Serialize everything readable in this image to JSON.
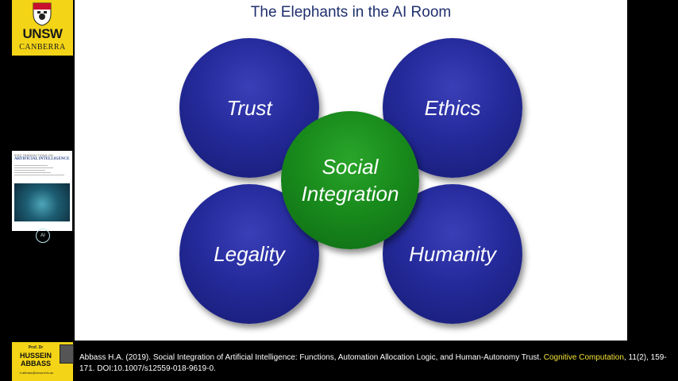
{
  "logo": {
    "line1": "UNSW",
    "line2": "CANBERRA"
  },
  "journal": {
    "top": "IEEE TRANSACTIONS ON",
    "title": "ARTIFICIAL INTELLIGENCE",
    "emblem": "AI"
  },
  "slide": {
    "title": "The Elephants in the AI Room",
    "circles": {
      "trust": "Trust",
      "ethics": "Ethics",
      "legality": "Legality",
      "humanity": "Humanity",
      "center": "Social Integration"
    },
    "colors": {
      "blue": "#242a9a",
      "green": "#17881b",
      "title": "#1f2f6e"
    }
  },
  "presenter": {
    "prof": "Prof. Dr",
    "name_line1": "HUSSEIN",
    "name_line2": "ABBASS",
    "email": "h.abbass@unsw.edu.au"
  },
  "reference": {
    "part1": "Abbass H.A. (2019). Social Integration of Artificial Intelligence: Functions, Automation Allocation Logic, and Human-Autonomy Trust. ",
    "journal": "Cognitive Computation",
    "part2": ", 11(2), 159-171. DOI:10.1007/s12559-018-9619-0."
  }
}
